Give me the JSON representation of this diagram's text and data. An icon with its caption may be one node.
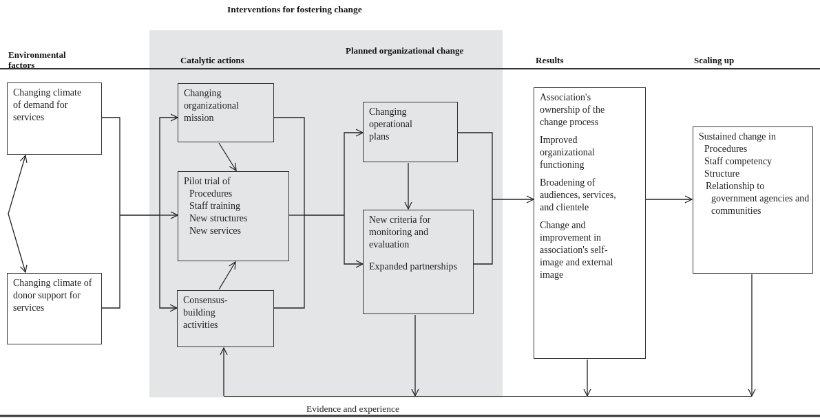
{
  "diagram": {
    "title": "Interventions for fostering change",
    "nodes": [
      {
        "text": [
          "Changing climate of demand for services"
        ]
      },
      {
        "text": [
          "Changing climate of donor support for services"
        ]
      },
      {
        "text": [],
        "shape": "band"
      },
      {
        "text": [
          "Changing organizational mission"
        ],
        "in": 2
      },
      {
        "text": [
          "Pilot trial of",
          "Procedures",
          "Staff training",
          "New structures",
          "New services"
        ],
        "in": 2
      },
      {
        "text": [
          "Consensus-building activities"
        ],
        "in": 2
      },
      {
        "text": [
          "Changing operational plans"
        ],
        "in": 2
      },
      {
        "text": [
          "New criteria for monitoring and evaluation",
          "Expanded partnerships"
        ],
        "in": 2
      },
      {
        "text": [
          "Association's ownership of the change process",
          "Improved organizational functioning",
          "Broadening of audiences, services, and clientele",
          "Change and improvement in association's self-image and external image"
        ]
      },
      {
        "text": [
          "Sustained change in",
          "Procedures",
          "Staff competency",
          "Structure",
          "Relationship to government agencies and communities"
        ]
      },
      {
        "text": [
          "Evidence and experience"
        ]
      }
    ],
    "edges": [
      {
        "from": 0,
        "to": 1,
        "arrow": "both"
      },
      {
        "from": 0,
        "to": 3,
        "arrow": "to"
      },
      {
        "from": 0,
        "to": 4,
        "arrow": "to"
      },
      {
        "from": 0,
        "to": 5,
        "arrow": "to"
      },
      {
        "from": 1,
        "to": 3,
        "arrow": "to"
      },
      {
        "from": 1,
        "to": 4,
        "arrow": "to"
      },
      {
        "from": 1,
        "to": 5,
        "arrow": "to"
      },
      {
        "from": 3,
        "to": 4,
        "arrow": "to"
      },
      {
        "from": 5,
        "to": 4,
        "arrow": "to"
      },
      {
        "from": 3,
        "to": 6,
        "arrow": "to"
      },
      {
        "from": 3,
        "to": 7,
        "arrow": "to"
      },
      {
        "from": 4,
        "to": 6,
        "arrow": "to"
      },
      {
        "from": 4,
        "to": 7,
        "arrow": "to"
      },
      {
        "from": 5,
        "to": 6,
        "arrow": "to"
      },
      {
        "from": 5,
        "to": 7,
        "arrow": "to"
      },
      {
        "from": 6,
        "to": 7,
        "arrow": "to"
      },
      {
        "from": 6,
        "to": 8,
        "arrow": "to"
      },
      {
        "from": 7,
        "to": 8,
        "arrow": "to"
      },
      {
        "from": 8,
        "to": 9,
        "arrow": "to"
      },
      {
        "from": 7,
        "to": 10,
        "arrow": "to"
      },
      {
        "from": 8,
        "to": 10,
        "arrow": "to"
      },
      {
        "from": 9,
        "to": 10,
        "arrow": "to"
      },
      {
        "from": 10,
        "to": 5,
        "arrow": "to"
      }
    ],
    "labels": [
      "Environmental factors",
      "Catalytic actions",
      "Planned organizational change",
      "Results",
      "Scaling up"
    ]
  }
}
